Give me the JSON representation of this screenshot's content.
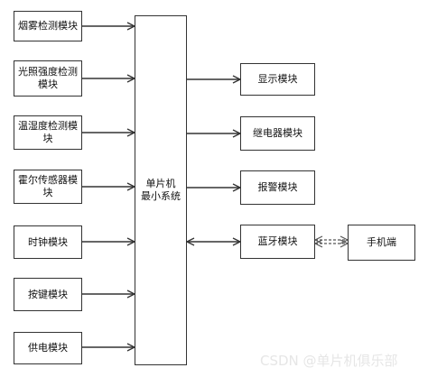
{
  "inputs": [
    {
      "label": "烟雾检测模块"
    },
    {
      "label": "光照强度检测模块"
    },
    {
      "label": "温湿度检测模块"
    },
    {
      "label": "霍尔传感器模块"
    },
    {
      "label": "时钟模块"
    },
    {
      "label": "按键模块"
    },
    {
      "label": "供电模块"
    }
  ],
  "mcu": {
    "line1": "单片机",
    "line2": "最小系统"
  },
  "outputs": [
    {
      "label": "显示模块"
    },
    {
      "label": "继电器模块"
    },
    {
      "label": "报警模块"
    },
    {
      "label": "蓝牙模块"
    }
  ],
  "phone": {
    "label": "手机端"
  },
  "watermark": "CSDN @单片机俱乐部",
  "colors": {
    "line": "#333333",
    "background": "#ffffff",
    "watermark": "#e6e6e6"
  }
}
